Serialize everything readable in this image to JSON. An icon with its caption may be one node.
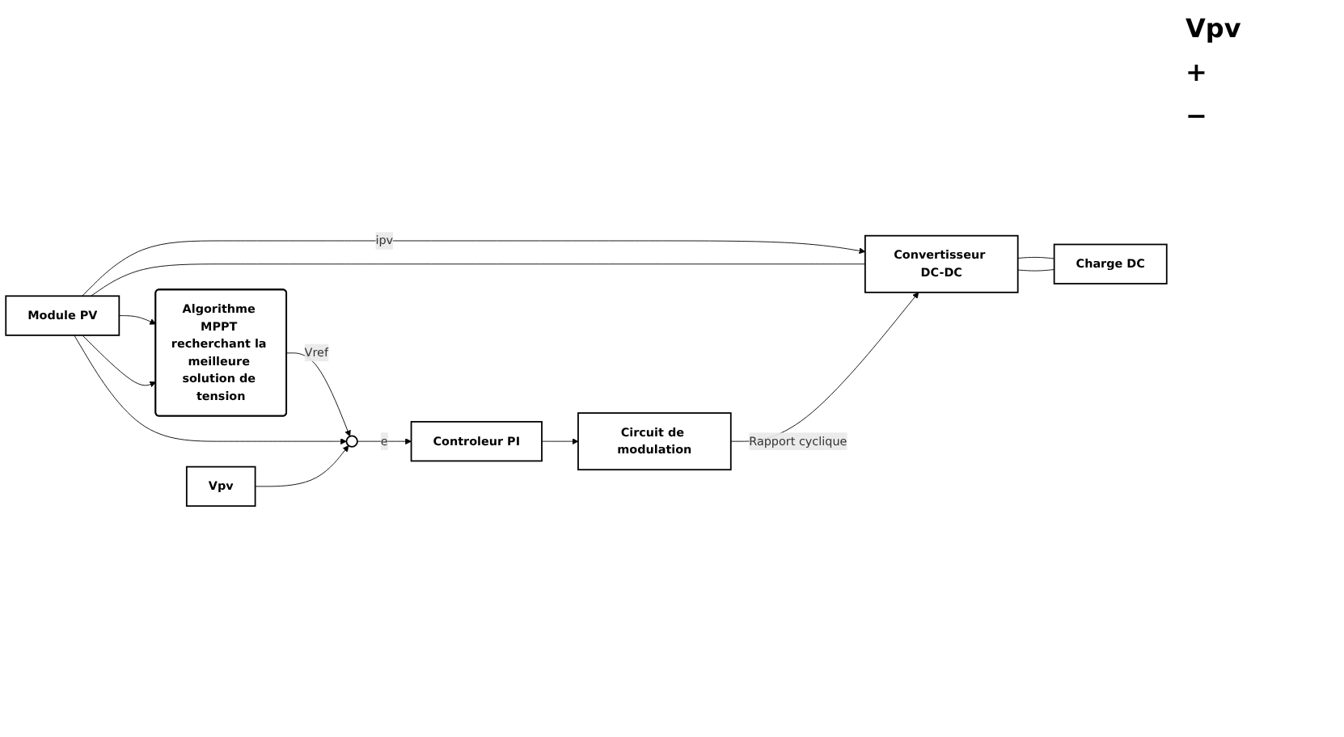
{
  "diagram": {
    "nodes": [
      {
        "text": [
          "Module PV"
        ]
      },
      {
        "text": [
          "Convertisseur DC-DC"
        ]
      },
      {
        "text": [
          "Charge DC"
        ]
      },
      {
        "text": [
          "Algorithme MPPT recherchant la meilleure solution de tension"
        ]
      },
      {
        "text": [],
        "shape": "circle"
      },
      {
        "text": [
          "Controleur PI"
        ]
      },
      {
        "text": [
          "Circuit de modulation"
        ]
      },
      {
        "text": [
          "Vpv"
        ]
      }
    ],
    "edges": [
      {
        "from": 0,
        "to": 1,
        "arrow": "to",
        "label": "ipv"
      },
      {
        "from": 0,
        "to": 1,
        "arrow": "none"
      },
      {
        "from": 1,
        "to": 2,
        "arrow": "none"
      },
      {
        "from": 1,
        "to": 2,
        "arrow": "none"
      },
      {
        "from": 0,
        "to": 3,
        "arrow": "to"
      },
      {
        "from": 0,
        "to": 3,
        "arrow": "to"
      },
      {
        "from": 3,
        "to": 4,
        "arrow": "to",
        "label": "Vref"
      },
      {
        "from": 0,
        "to": 4,
        "arrow": "to"
      },
      {
        "from": 7,
        "to": 4,
        "arrow": "to"
      },
      {
        "from": 4,
        "to": 5,
        "arrow": "to",
        "label": "e"
      },
      {
        "from": 5,
        "to": 6,
        "arrow": "to"
      },
      {
        "from": 6,
        "to": 1,
        "arrow": "to",
        "label": "Rapport cyclique"
      }
    ],
    "labels": [
      "Vpv",
      "+",
      "−"
    ]
  }
}
